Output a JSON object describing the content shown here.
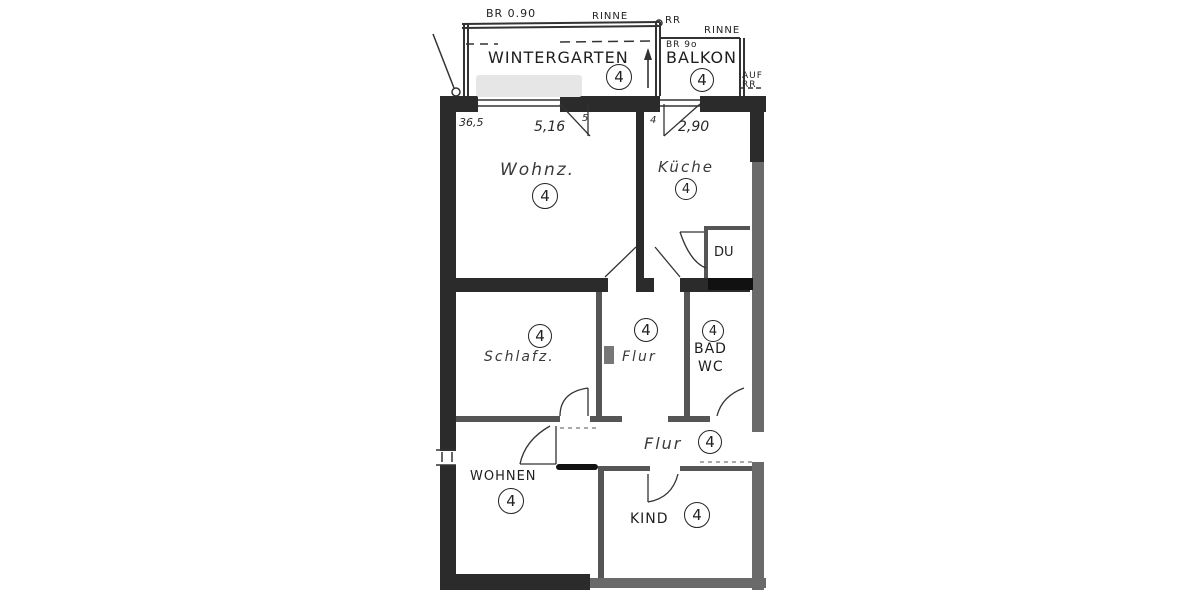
{
  "plan": {
    "top_annotations": {
      "width_note": "BR 0.90",
      "gutter_left": "RINNE",
      "gutter_right": "RINNE",
      "downpipe": "RR",
      "balcony_width": "BR 9o",
      "right_note_1": "AUF",
      "right_note_2": "RR"
    },
    "dimensions": {
      "wall_thickness": "36,5",
      "living_width": "5,16",
      "kitchen_width": "2,90",
      "living_mark": "5",
      "kitchen_mark": "4"
    },
    "rooms": [
      {
        "id": "wintergarten",
        "label": "WINTERGARTEN",
        "marker": "4"
      },
      {
        "id": "balkon",
        "label": "BALKON",
        "marker": "4"
      },
      {
        "id": "wohnzimmer",
        "label": "Wohnz.",
        "marker": "4"
      },
      {
        "id": "kueche",
        "label": "Küche",
        "marker": "4"
      },
      {
        "id": "dusche",
        "label": "DU",
        "marker": ""
      },
      {
        "id": "schlafzimmer",
        "label": "Schlafz.",
        "marker": "4"
      },
      {
        "id": "flur_upper",
        "label": "Flur",
        "marker": "4"
      },
      {
        "id": "bad_wc",
        "label": "BAD",
        "label2": "WC",
        "marker": "4"
      },
      {
        "id": "flur_lower",
        "label": "Flur",
        "marker": "4"
      },
      {
        "id": "wohnen",
        "label": "WOHNEN",
        "marker": "4"
      },
      {
        "id": "kind",
        "label": "KIND",
        "marker": "4"
      }
    ],
    "colors": {
      "wall": "#2b2b2b",
      "wall_light": "#555555",
      "line": "#333333",
      "background": "#ffffff",
      "redaction": "#e6e6e6"
    }
  }
}
